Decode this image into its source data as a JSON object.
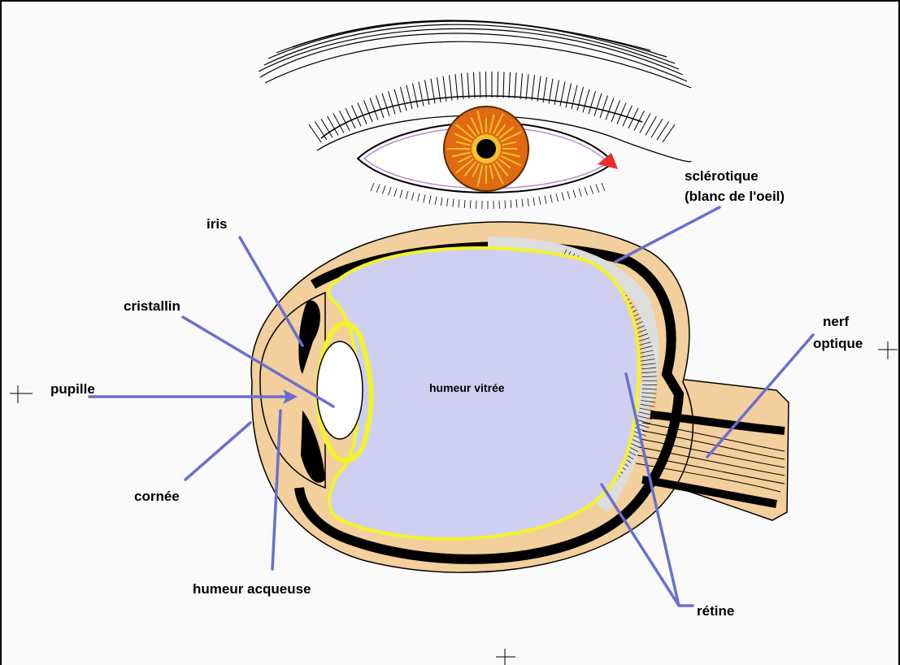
{
  "labels": {
    "sclerotique_line1": "sclérotique",
    "sclerotique_line2": "(blanc de l'oeil)",
    "iris": "iris",
    "cristallin": "cristallin",
    "pupille": "pupille",
    "nerf_line1": "nerf",
    "nerf_line2": "optique",
    "humeur_vitree": "humeur vitrée",
    "cornee": "cornée",
    "humeur_acqueuse": "humeur acqueuse",
    "retine": "rétine"
  },
  "colors": {
    "accent": "#6a6fcf",
    "sclera_tan": "#f2cf9c",
    "vitreous": "#cfd0f1",
    "retina_yellow": "#f3f32a",
    "iris_orange": "#e06a12",
    "caruncle_red": "#ec2a2a"
  }
}
